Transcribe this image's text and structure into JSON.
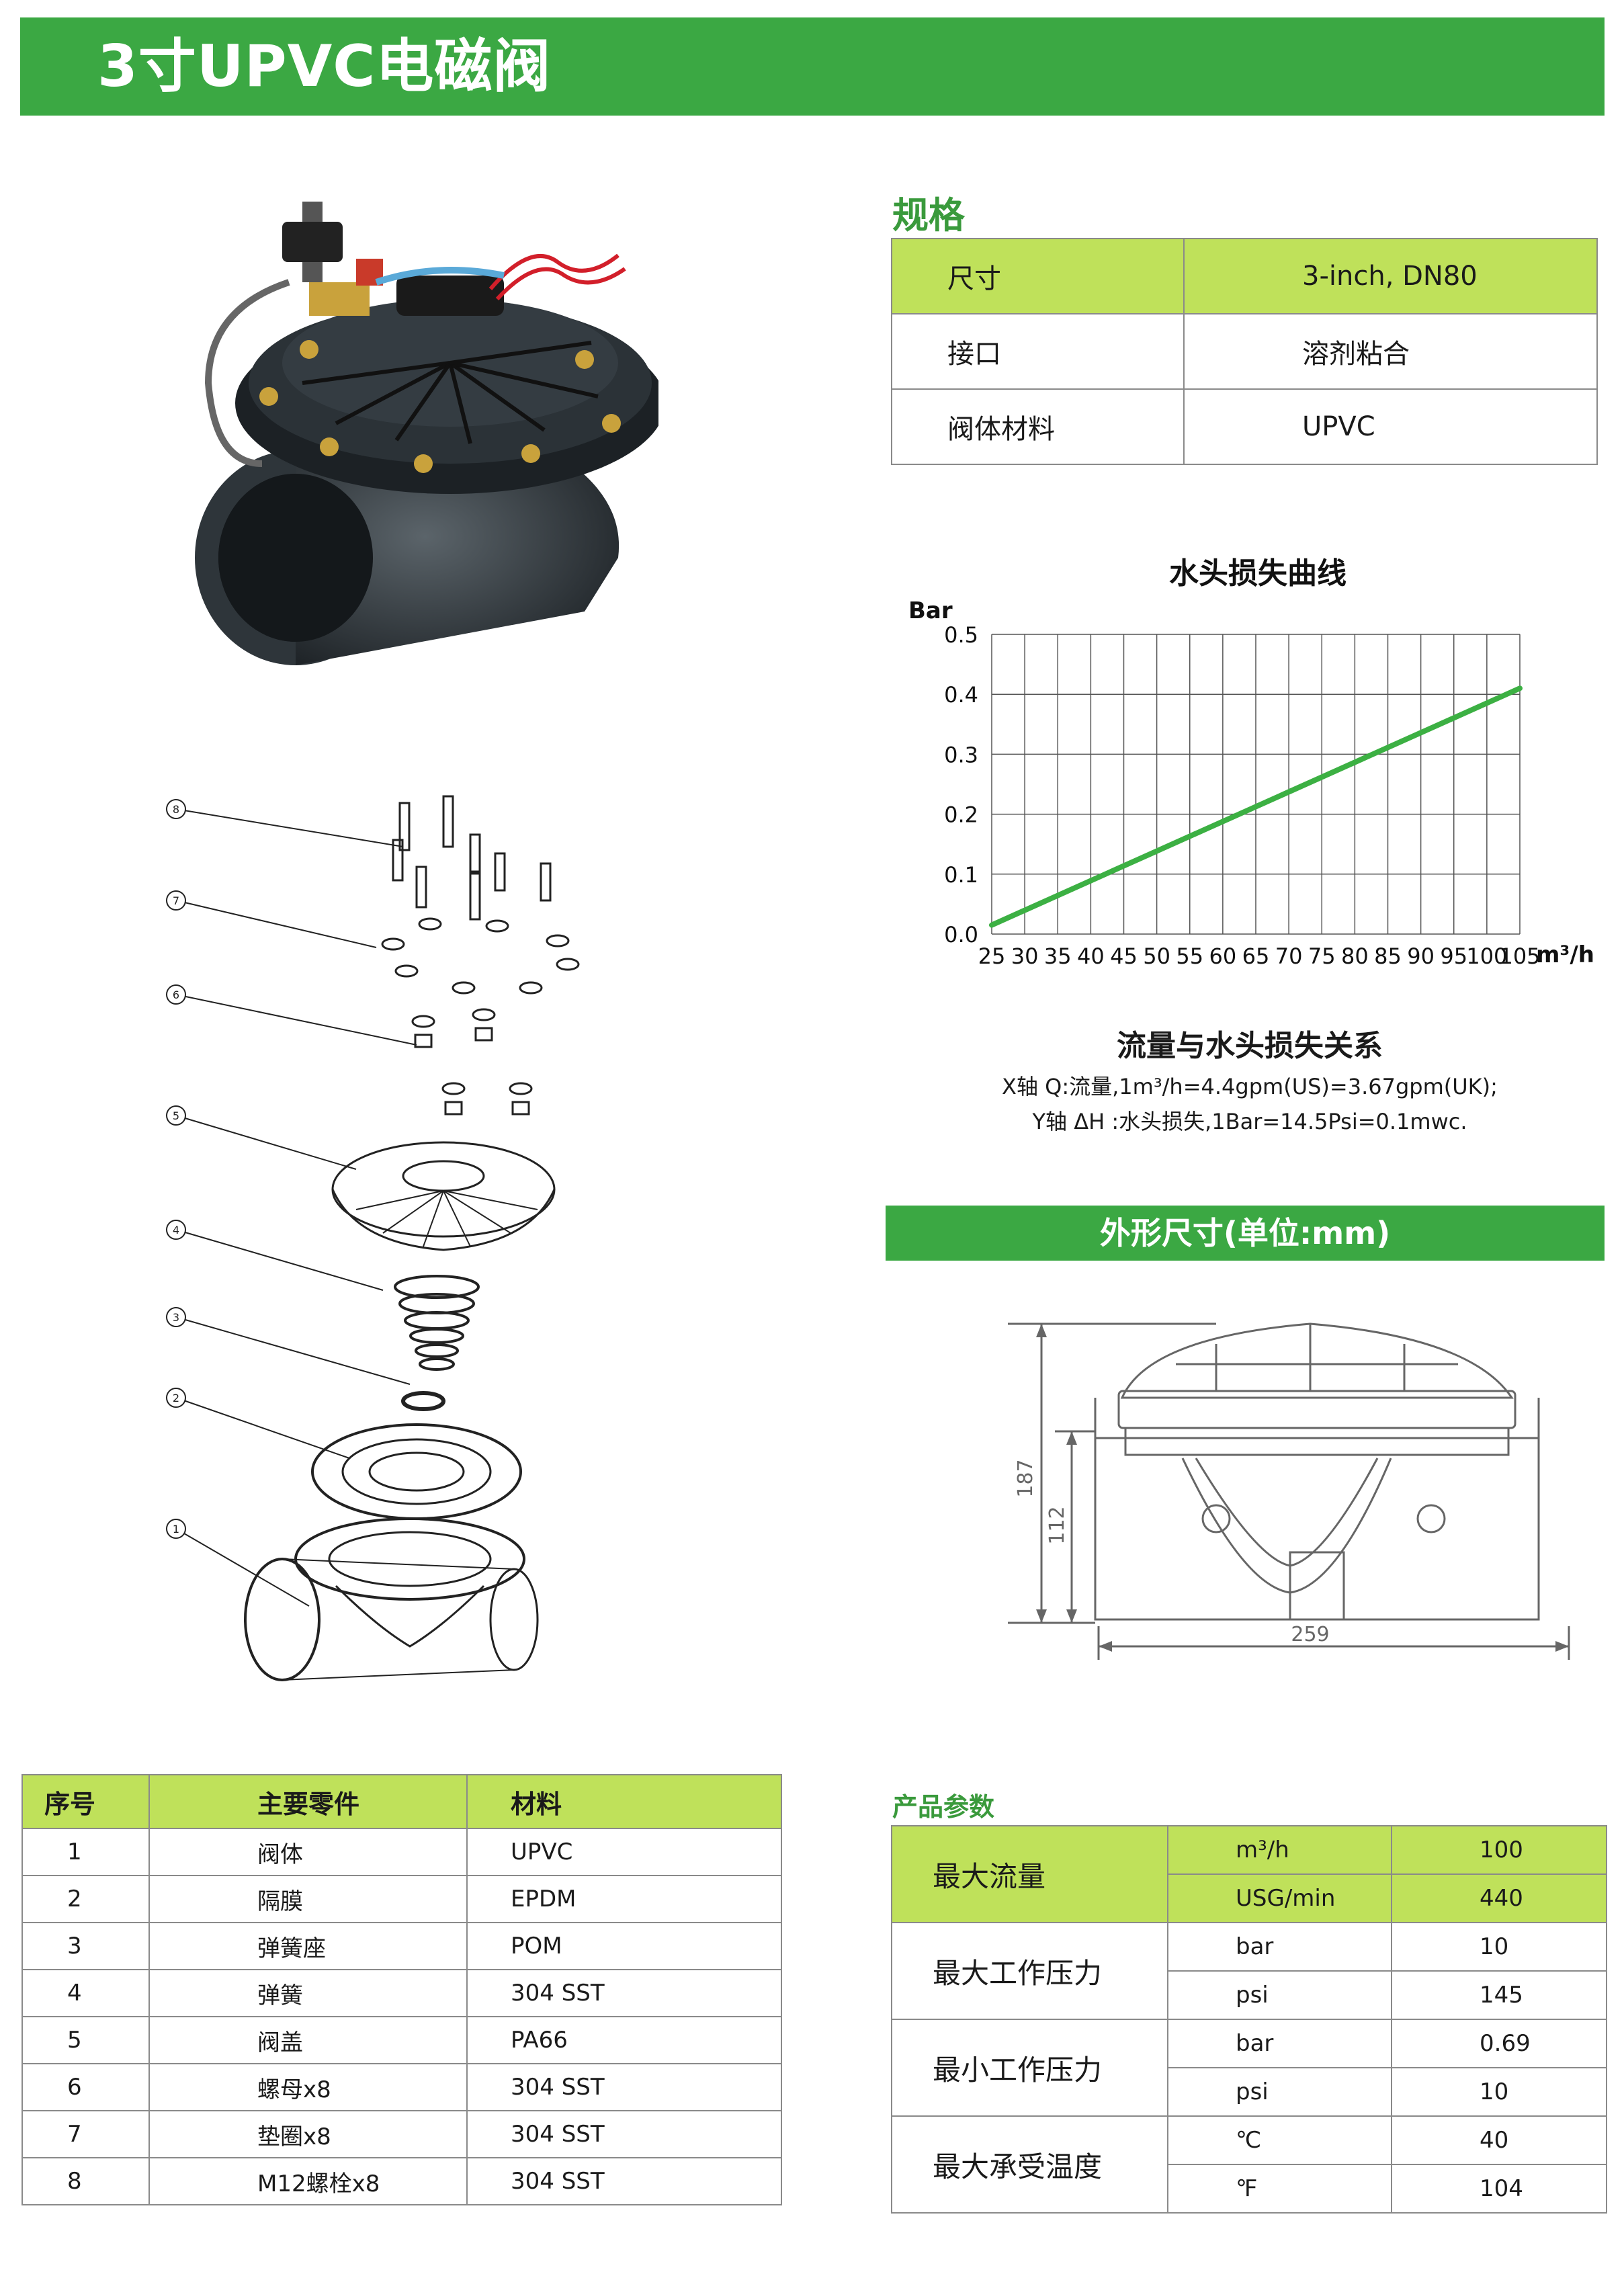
{
  "header": {
    "title": "3寸UPVC电磁阀"
  },
  "spec": {
    "heading": "规格",
    "rows": [
      {
        "label": "尺寸",
        "value": "3-inch, DN80"
      },
      {
        "label": "接口",
        "value": "溶剂粘合"
      },
      {
        "label": "阀体材料",
        "value": "UPVC"
      }
    ]
  },
  "chart_data": {
    "type": "line",
    "title": "水头损失曲线",
    "ylabel": "Bar",
    "xlabel": "m³/h",
    "xlim": [
      25,
      105
    ],
    "ylim": [
      0.0,
      0.5
    ],
    "x_ticks": [
      "25",
      "30",
      "35",
      "40",
      "45",
      "50",
      "55",
      "60",
      "65",
      "70",
      "75",
      "80",
      "85",
      "90",
      "95",
      "100",
      "105"
    ],
    "y_ticks": [
      "0.0",
      "0.1",
      "0.2",
      "0.3",
      "0.4",
      "0.5"
    ],
    "grid": true,
    "series": [
      {
        "values": [
          [
            25,
            0.015
          ],
          [
            105,
            0.41
          ]
        ]
      }
    ],
    "colors": {
      "line": "#3cb043",
      "grid": "#555555"
    }
  },
  "relation": {
    "title": "流量与水头损失关系",
    "line1": "X轴 Q:流量,1m³/h=4.4gpm(US)=3.67gpm(UK);",
    "line2": "Y轴 ΔH :水头损失,1Bar=14.5Psi=0.1mwc."
  },
  "dimensions": {
    "heading": "外形尺寸(单位:mm)",
    "height_total": "187",
    "height_center": "112",
    "length": "259"
  },
  "exploded": {
    "callouts": [
      "8",
      "7",
      "6",
      "5",
      "4",
      "3",
      "2",
      "1"
    ]
  },
  "parts": {
    "headers": [
      "序号",
      "主要零件",
      "材料"
    ],
    "rows": [
      {
        "no": "1",
        "part": "阀体",
        "material": "UPVC"
      },
      {
        "no": "2",
        "part": "隔膜",
        "material": "EPDM"
      },
      {
        "no": "3",
        "part": "弹簧座",
        "material": "POM"
      },
      {
        "no": "4",
        "part": "弹簧",
        "material": "304 SST"
      },
      {
        "no": "5",
        "part": "阀盖",
        "material": "PA66"
      },
      {
        "no": "6",
        "part": "螺母x8",
        "material": "304 SST"
      },
      {
        "no": "7",
        "part": "垫圈x8",
        "material": "304 SST"
      },
      {
        "no": "8",
        "part": "M12螺栓x8",
        "material": "304 SST"
      }
    ]
  },
  "params": {
    "heading": "产品参数",
    "groups": [
      {
        "label": "最大流量",
        "units": [
          "m³/h",
          "USG/min"
        ],
        "values": [
          "100",
          "440"
        ]
      },
      {
        "label": "最大工作压力",
        "units": [
          "bar",
          "psi"
        ],
        "values": [
          "10",
          "145"
        ]
      },
      {
        "label": "最小工作压力",
        "units": [
          "bar",
          "psi"
        ],
        "values": [
          "0.69",
          "10"
        ]
      },
      {
        "label": "最大承受温度",
        "units": [
          "℃",
          "℉"
        ],
        "values": [
          "40",
          "104"
        ]
      }
    ]
  },
  "colors": {
    "brand_green": "#3ba843",
    "light_green": "#bfe15a",
    "heading_green": "#3a9a3c"
  }
}
